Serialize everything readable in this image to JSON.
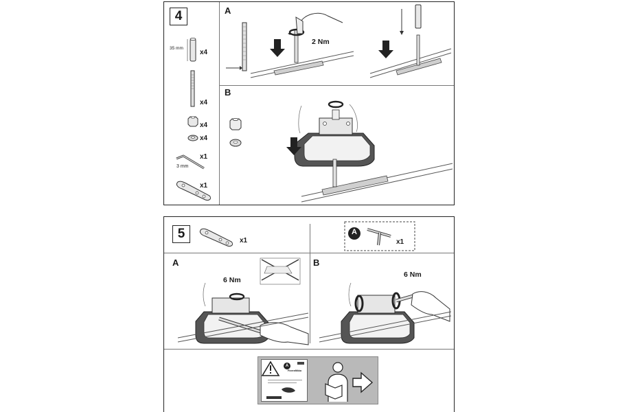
{
  "step4": {
    "number": "4",
    "parts": {
      "dim_label": "35 mm",
      "qty_sleeve": "x4",
      "qty_bolt": "x4",
      "qty_nut": "x4",
      "qty_washer": "x4",
      "qty_hexkey": "x1",
      "hexkey_label": "3 mm",
      "qty_plate": "x1"
    },
    "section_a": {
      "label": "A",
      "torque": "2 Nm"
    },
    "section_b": {
      "label": "B"
    }
  },
  "step5": {
    "number": "5",
    "qty_plate": "x1",
    "tool_badge": "A",
    "qty_tool": "x1",
    "section_a": {
      "label": "A",
      "torque": "6 Nm"
    },
    "section_b": {
      "label": "B",
      "torque": "6 Nm"
    }
  },
  "footer": {
    "sheet_badge": "A",
    "sheet_title": "Fixeraftikka"
  }
}
